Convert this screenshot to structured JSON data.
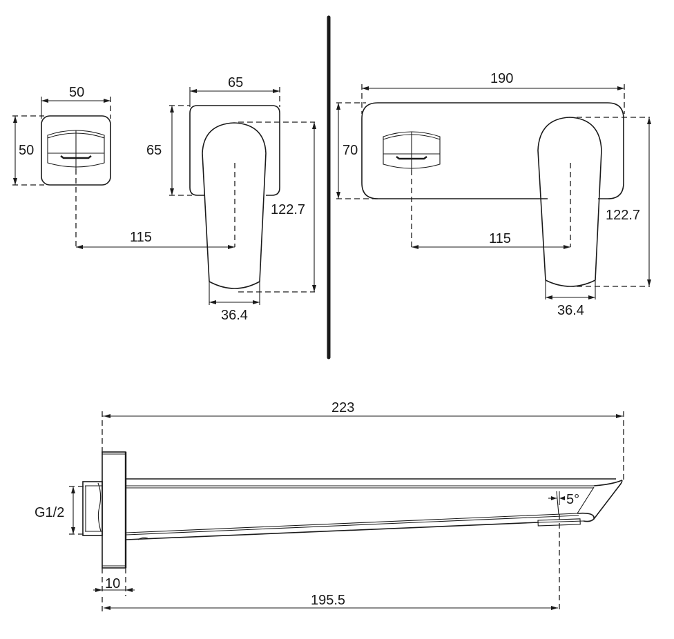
{
  "drawing": {
    "title": "Wall-mounted basin mixer technical drawing",
    "line_color": "#1a1a1a",
    "background": "#ffffff",
    "views": {
      "separate_plates": {
        "knob_plate": {
          "width_label": "50",
          "height_label": "50"
        },
        "lever_plate": {
          "width_label": "65",
          "height_label": "65"
        },
        "center_distance_label": "115",
        "lever_height_label": "122.7",
        "lever_width_label": "36.4"
      },
      "combined_plate": {
        "width_label": "190",
        "height_label": "70",
        "center_distance_label": "115",
        "lever_height_label": "122.7",
        "lever_width_label": "36.4"
      },
      "spout_side": {
        "total_length_label": "223",
        "outlet_length_label": "195.5",
        "plate_thickness_label": "10",
        "thread_label": "G1/2",
        "angle_label": "5°"
      }
    }
  }
}
